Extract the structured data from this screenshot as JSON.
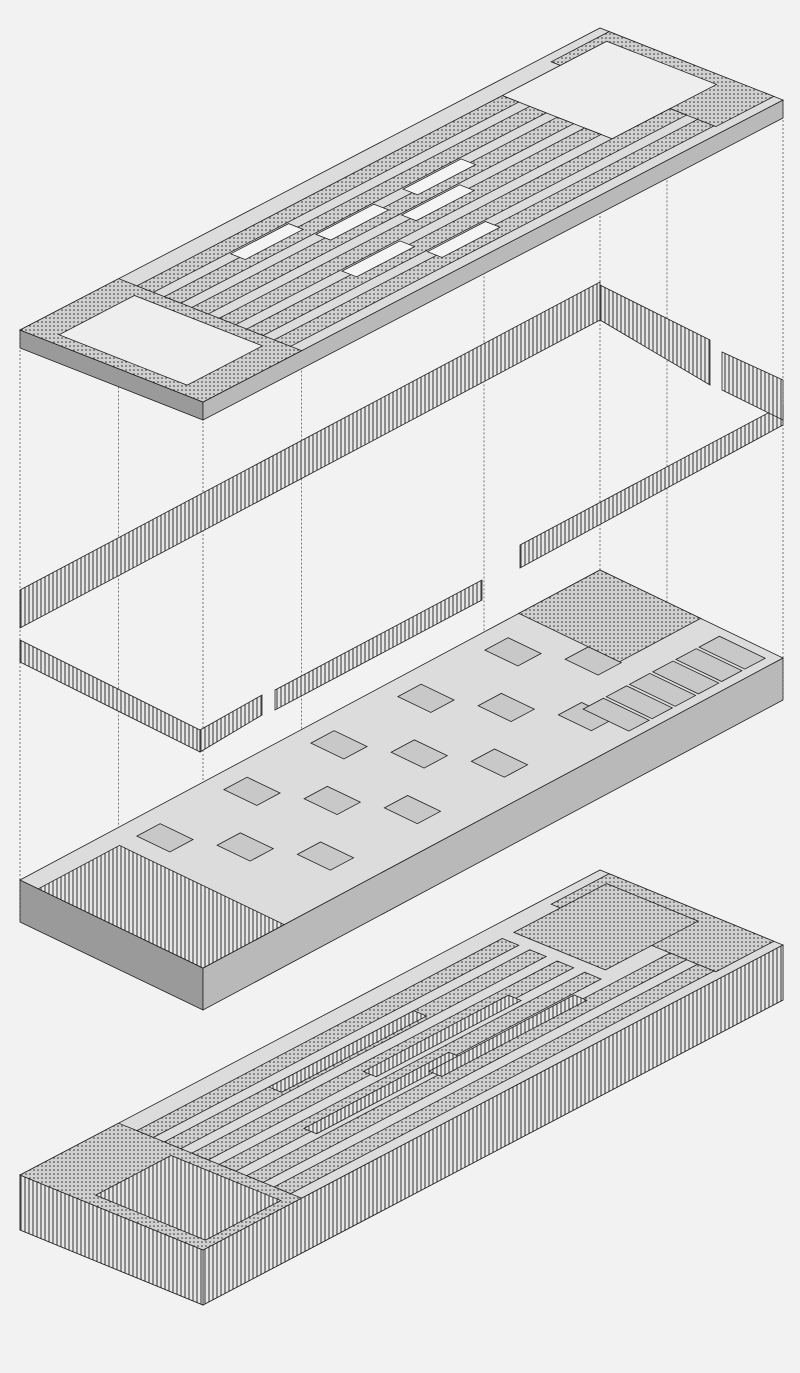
{
  "diagram": {
    "type": "exploded-axonometric",
    "layers": [
      "roof",
      "louvre-screens",
      "floor-plan",
      "assembled-building"
    ]
  },
  "colors": {
    "background": "#f2f2f2",
    "top_face": "#dcdcdc",
    "side_face": "#b9b9b9",
    "dark_face": "#9a9a9a",
    "line": "#222222",
    "hatch": "#333333"
  }
}
